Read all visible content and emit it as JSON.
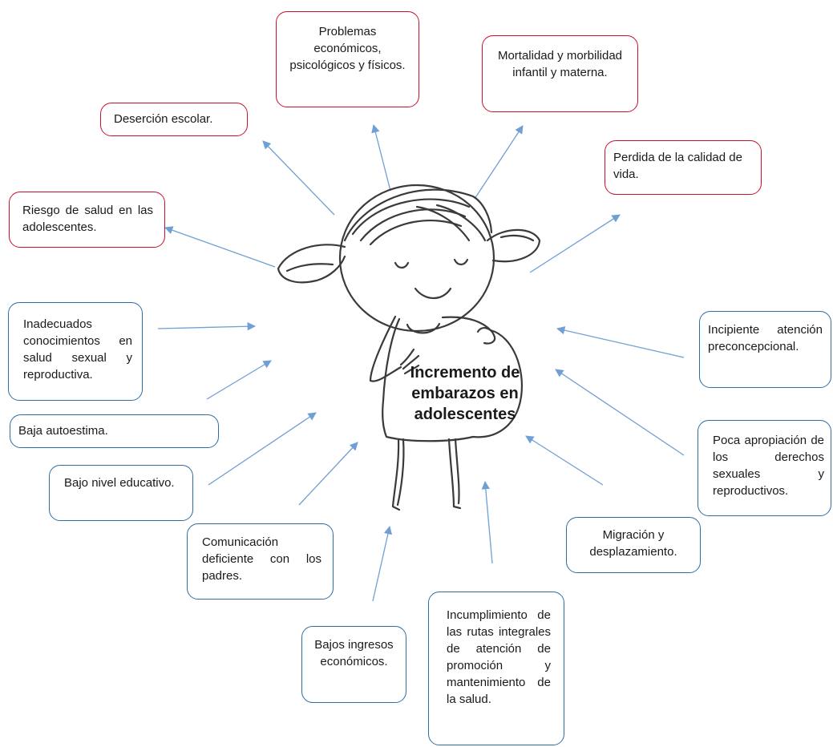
{
  "center": {
    "title": "Incremento de embarazos en adolescentes"
  },
  "effects": [
    {
      "id": "problemas",
      "text": "Problemas económicos, psicológicos y físicos."
    },
    {
      "id": "mortalidad",
      "text": "Mortalidad y morbilidad infantil y materna."
    },
    {
      "id": "desercion",
      "text": "Deserción escolar."
    },
    {
      "id": "perdida",
      "text": "Perdida de la calidad de vida."
    },
    {
      "id": "riesgo",
      "text": "Riesgo de salud en las adolescentes."
    }
  ],
  "causes": [
    {
      "id": "inadecuados",
      "text": "Inadecuados conocimientos en salud sexual y reproductiva."
    },
    {
      "id": "autoestima",
      "text": "Baja autoestima."
    },
    {
      "id": "educativo",
      "text": "Bajo nivel educativo."
    },
    {
      "id": "comunicacion",
      "text": "Comunicación deficiente con los padres."
    },
    {
      "id": "ingresos",
      "text": "Bajos ingresos económicos."
    },
    {
      "id": "incumplimiento",
      "text": "Incumplimiento de las rutas integrales de atención de promoción y mantenimiento de la salud."
    },
    {
      "id": "migracion",
      "text": "Migración y desplazamiento."
    },
    {
      "id": "derechos",
      "text": "Poca apropiación de los derechos sexuales y reproductivos."
    },
    {
      "id": "preconcepcional",
      "text": "Incipiente atención preconcepcional."
    }
  ],
  "colors": {
    "effect_border": "#c8102e",
    "cause_border": "#2e6da4",
    "arrow": "#6f9fd4",
    "drawing": "#3a3a3a"
  }
}
